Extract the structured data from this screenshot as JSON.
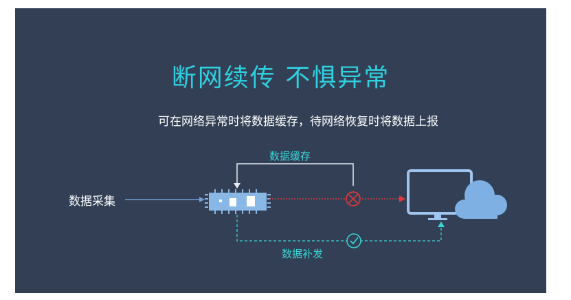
{
  "slide": {
    "title": "断网续传 不惧异常",
    "subtitle": "可在网络异常时将数据缓存，待网络恢复时将数据上报"
  },
  "diagram": {
    "labels": {
      "collect": "数据采集",
      "cache": "数据缓存",
      "resend": "数据补发"
    },
    "icons": [
      "device-icon",
      "error-x-icon",
      "check-icon",
      "monitor-icon",
      "cloud-icon"
    ],
    "colors": {
      "background": "#323f54",
      "title": "#2fd0e0",
      "accent_teal": "#38d6d6",
      "error_red": "#d8383c",
      "arrow_blue": "#6f9fd8",
      "monitor": "#9fc4ee",
      "cloud": "#7fb0e4"
    }
  }
}
